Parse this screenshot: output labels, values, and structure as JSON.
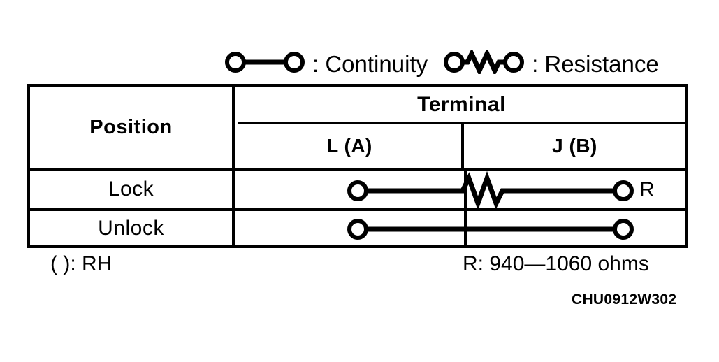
{
  "legend": {
    "continuity": {
      "symbol": "continuity-symbol-icon",
      "label": ": Continuity"
    },
    "resistance": {
      "symbol": "resistance-symbol-icon",
      "label": ": Resistance"
    }
  },
  "table": {
    "position_header": "Position",
    "terminal_header": "Terminal",
    "terminal_subheaders": [
      "L (A)",
      "J (B)"
    ],
    "rows": [
      {
        "position": "Lock",
        "symbol_type": "resistance",
        "annotation": "R"
      },
      {
        "position": "Unlock",
        "symbol_type": "continuity",
        "annotation": ""
      }
    ]
  },
  "footnotes": {
    "rh_note": "( ): RH",
    "resistance_note": "R: 940—1060 ohms"
  },
  "document_code": "CHU0912W302",
  "colors": {
    "ink": "#000000",
    "background": "#ffffff"
  }
}
